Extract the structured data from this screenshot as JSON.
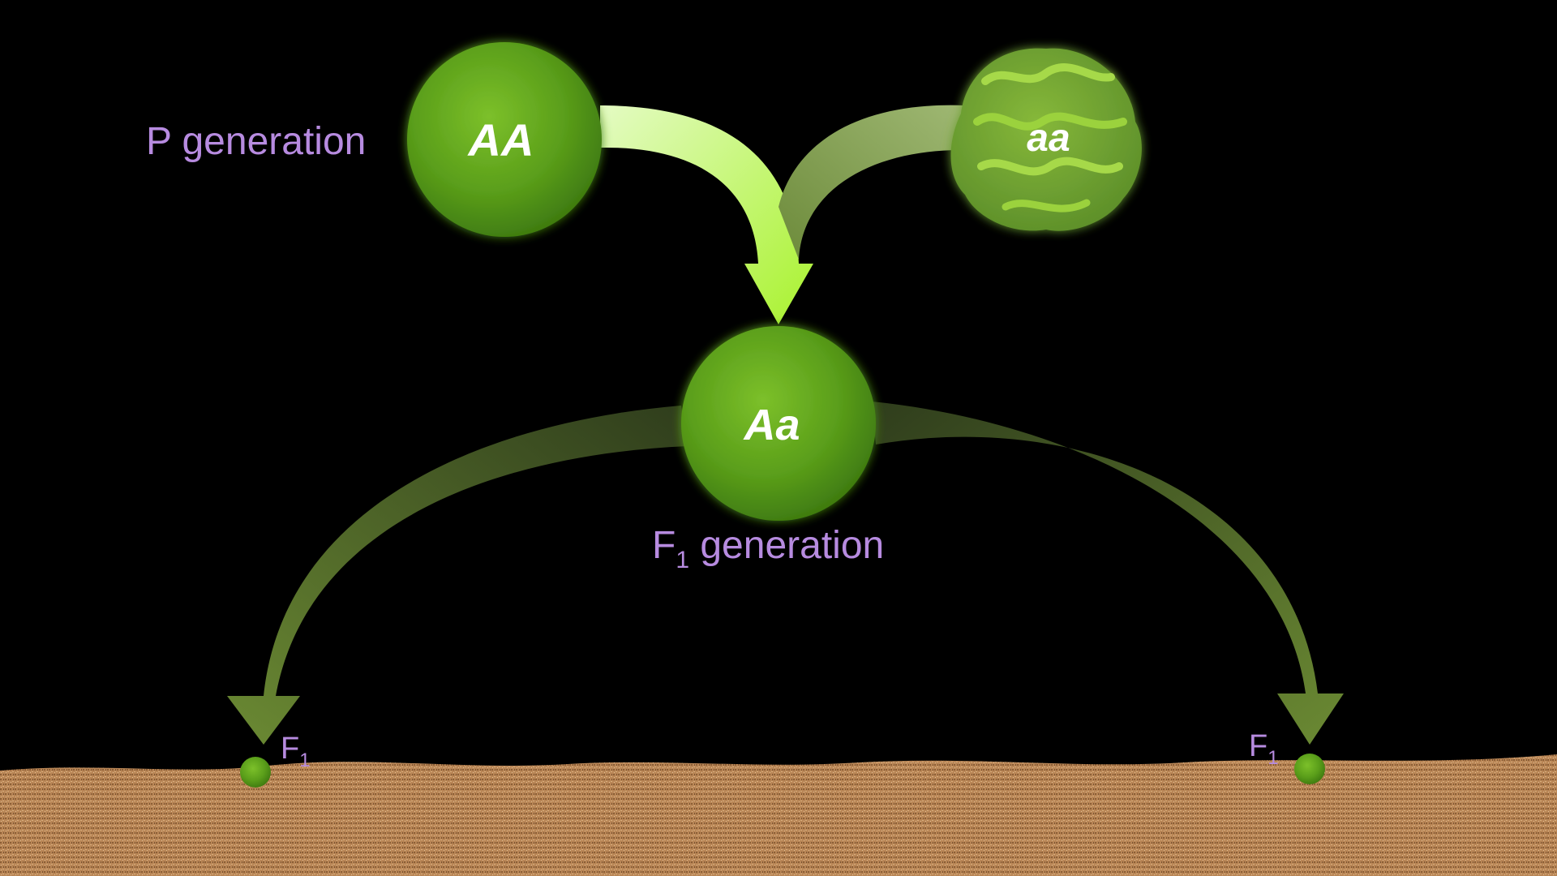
{
  "labels": {
    "p_generation": "P generation",
    "f1_generation_main": "F",
    "f1_generation_sub": "1",
    "f1_generation_rest": " generation",
    "f1_left_main": "F",
    "f1_left_sub": "1",
    "f1_right_main": "F",
    "f1_right_sub": "1"
  },
  "genotypes": {
    "parent_dominant": "AA",
    "parent_recessive": "aa",
    "offspring": "Aa"
  },
  "colors": {
    "label_purple": "#b78be0",
    "pea_green": "#5a9e1a",
    "arrow_bright": "#bff74a",
    "arrow_muted": "#5d7a2c",
    "soil": "#b98656"
  }
}
